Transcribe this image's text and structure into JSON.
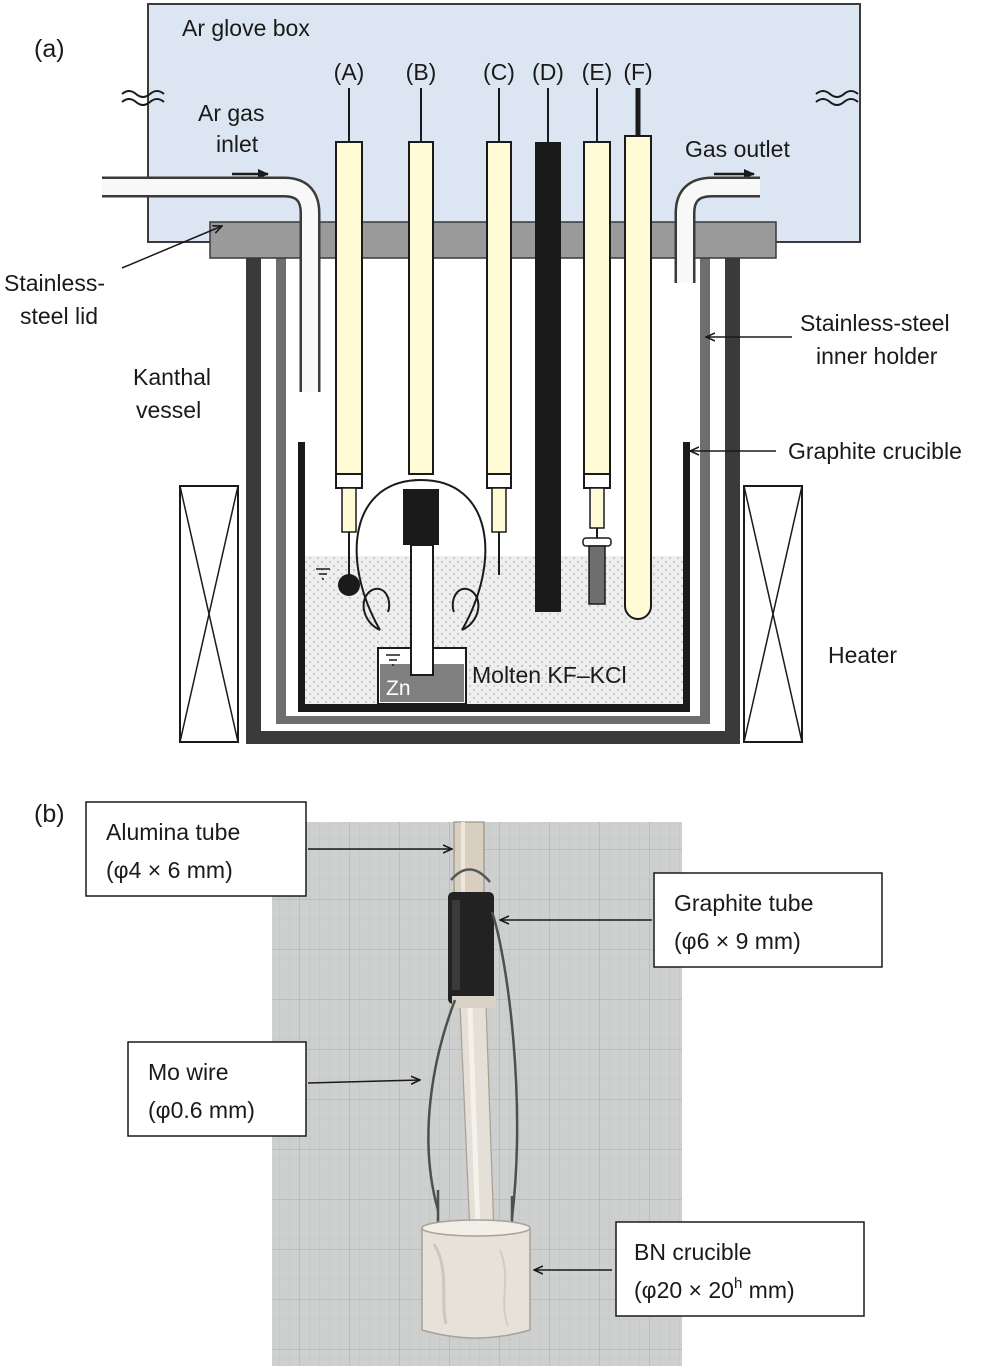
{
  "panel_a": {
    "label": "(a)",
    "glove_box": "Ar glove box",
    "ar_gas_inlet": [
      "Ar gas",
      "inlet"
    ],
    "gas_outlet": "Gas outlet",
    "electrodes": [
      "(A)",
      "(B)",
      "(C)",
      "(D)",
      "(E)",
      "(F)"
    ],
    "stainless_lid": [
      "Stainless-",
      "steel lid"
    ],
    "kanthal_vessel": [
      "Kanthal",
      "vessel"
    ],
    "inner_holder": [
      "Stainless-steel",
      "inner holder"
    ],
    "graphite_crucible": "Graphite crucible",
    "heater": "Heater",
    "molten_salt": "Molten KF–KCl",
    "zn": "Zn"
  },
  "panel_b": {
    "label": "(b)",
    "alumina_tube": [
      "Alumina tube",
      "(φ4 × 6 mm)"
    ],
    "graphite_tube": [
      "Graphite tube",
      "(φ6 × 9 mm)"
    ],
    "mo_wire": [
      "Mo wire",
      "(φ0.6 mm)"
    ],
    "bn_crucible": [
      "BN crucible",
      "(φ20 × 20",
      "h",
      " mm)"
    ]
  },
  "colors": {
    "glove_box_fill": "#dce6f2",
    "tube_fill": "#fffbd6",
    "vessel": "#3a3a3a",
    "holder": "#6e6e6e",
    "lid": "#9a9a9a",
    "salt": "#eeeeee",
    "zn_fill": "#808080",
    "photo_bg": "#cfd2d0"
  }
}
